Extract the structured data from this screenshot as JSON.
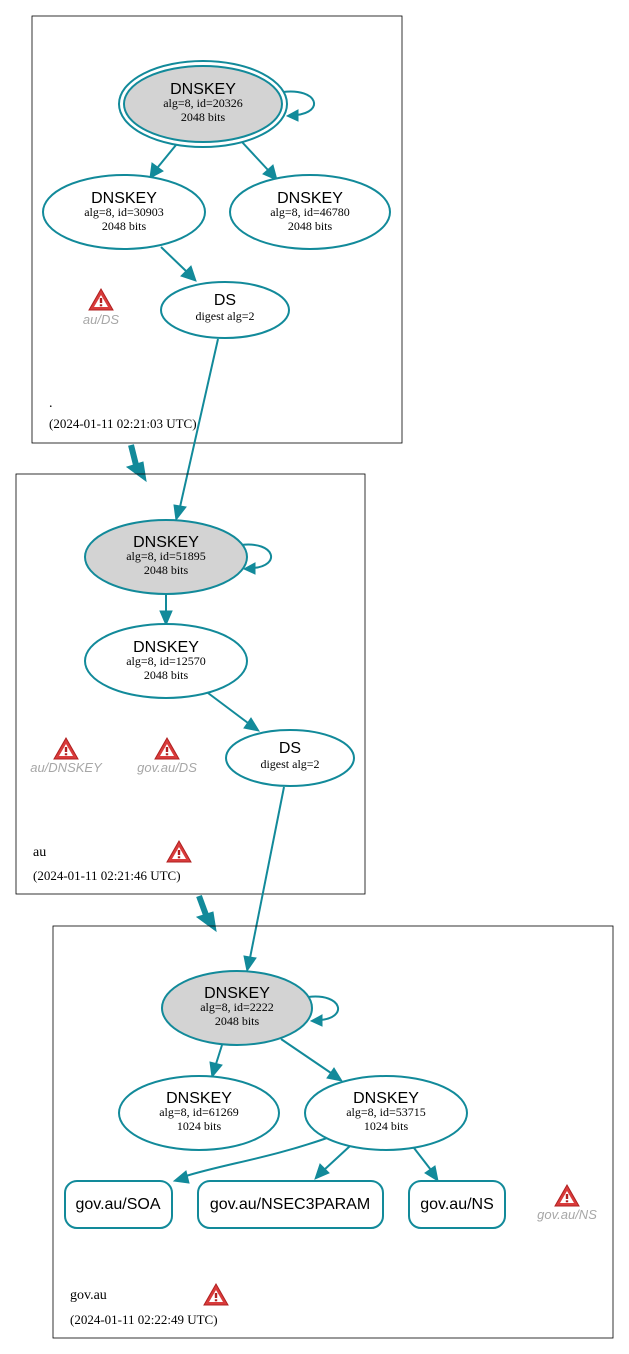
{
  "zones": [
    {
      "id": "root",
      "label": ".",
      "timestamp": "(2024-01-11 02:21:03 UTC)",
      "nodes": [
        {
          "id": "root-ksk",
          "type": "DNSKEY",
          "line1": "alg=8, id=20326",
          "line2": "2048 bits"
        },
        {
          "id": "root-zsk1",
          "type": "DNSKEY",
          "line1": "alg=8, id=30903",
          "line2": "2048 bits"
        },
        {
          "id": "root-zsk2",
          "type": "DNSKEY",
          "line1": "alg=8, id=46780",
          "line2": "2048 bits"
        },
        {
          "id": "root-ds",
          "type": "DS",
          "line1": "digest alg=2"
        }
      ],
      "warnings": [
        "au/DS"
      ]
    },
    {
      "id": "au",
      "label": "au",
      "timestamp": "(2024-01-11 02:21:46 UTC)",
      "nodes": [
        {
          "id": "au-ksk",
          "type": "DNSKEY",
          "line1": "alg=8, id=51895",
          "line2": "2048 bits"
        },
        {
          "id": "au-zsk",
          "type": "DNSKEY",
          "line1": "alg=8, id=12570",
          "line2": "2048 bits"
        },
        {
          "id": "au-ds",
          "type": "DS",
          "line1": "digest alg=2"
        }
      ],
      "warnings": [
        "au/DNSKEY",
        "gov.au/DS"
      ]
    },
    {
      "id": "gov-au",
      "label": "gov.au",
      "timestamp": "(2024-01-11 02:22:49 UTC)",
      "nodes": [
        {
          "id": "gov-ksk",
          "type": "DNSKEY",
          "line1": "alg=8, id=2222",
          "line2": "2048 bits"
        },
        {
          "id": "gov-zsk1",
          "type": "DNSKEY",
          "line1": "alg=8, id=61269",
          "line2": "1024 bits"
        },
        {
          "id": "gov-zsk2",
          "type": "DNSKEY",
          "line1": "alg=8, id=53715",
          "line2": "1024 bits"
        },
        {
          "id": "gov-soa",
          "type": "gov.au/SOA"
        },
        {
          "id": "gov-nsec3param",
          "type": "gov.au/NSEC3PARAM"
        },
        {
          "id": "gov-ns",
          "type": "gov.au/NS"
        }
      ],
      "warnings": [
        "gov.au/NS"
      ]
    }
  ],
  "colors": {
    "edge": "#128a9a",
    "ksk_fill": "#d3d3d3",
    "node_fill": "#ffffff",
    "warning_label": "#a7a7a7",
    "warning_icon": "#d93b3b"
  },
  "icons": {
    "warning": "warning-triangle-icon"
  }
}
